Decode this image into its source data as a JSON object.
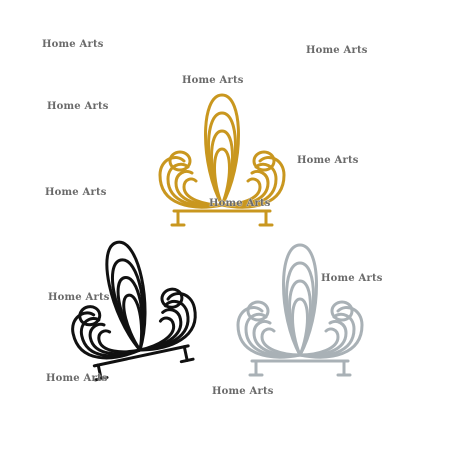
{
  "watermarks": [
    "Home Arts",
    "Home Arts",
    "Home Arts",
    "Home Arts",
    "Home Arts",
    "Home Arts",
    "Home Arts",
    "Home Arts",
    "Home Arts",
    "Home Arts",
    "Home Arts"
  ],
  "colors": {
    "gold": "#c9971f",
    "black": "#111111",
    "silver": "#a9b1b6",
    "background": "#ffffff"
  },
  "products": [
    {
      "finish": "gold",
      "icon": "gold-wire-magazine-rack"
    },
    {
      "finish": "black",
      "icon": "black-wire-magazine-rack"
    },
    {
      "finish": "silver",
      "icon": "silver-wire-magazine-rack"
    }
  ]
}
